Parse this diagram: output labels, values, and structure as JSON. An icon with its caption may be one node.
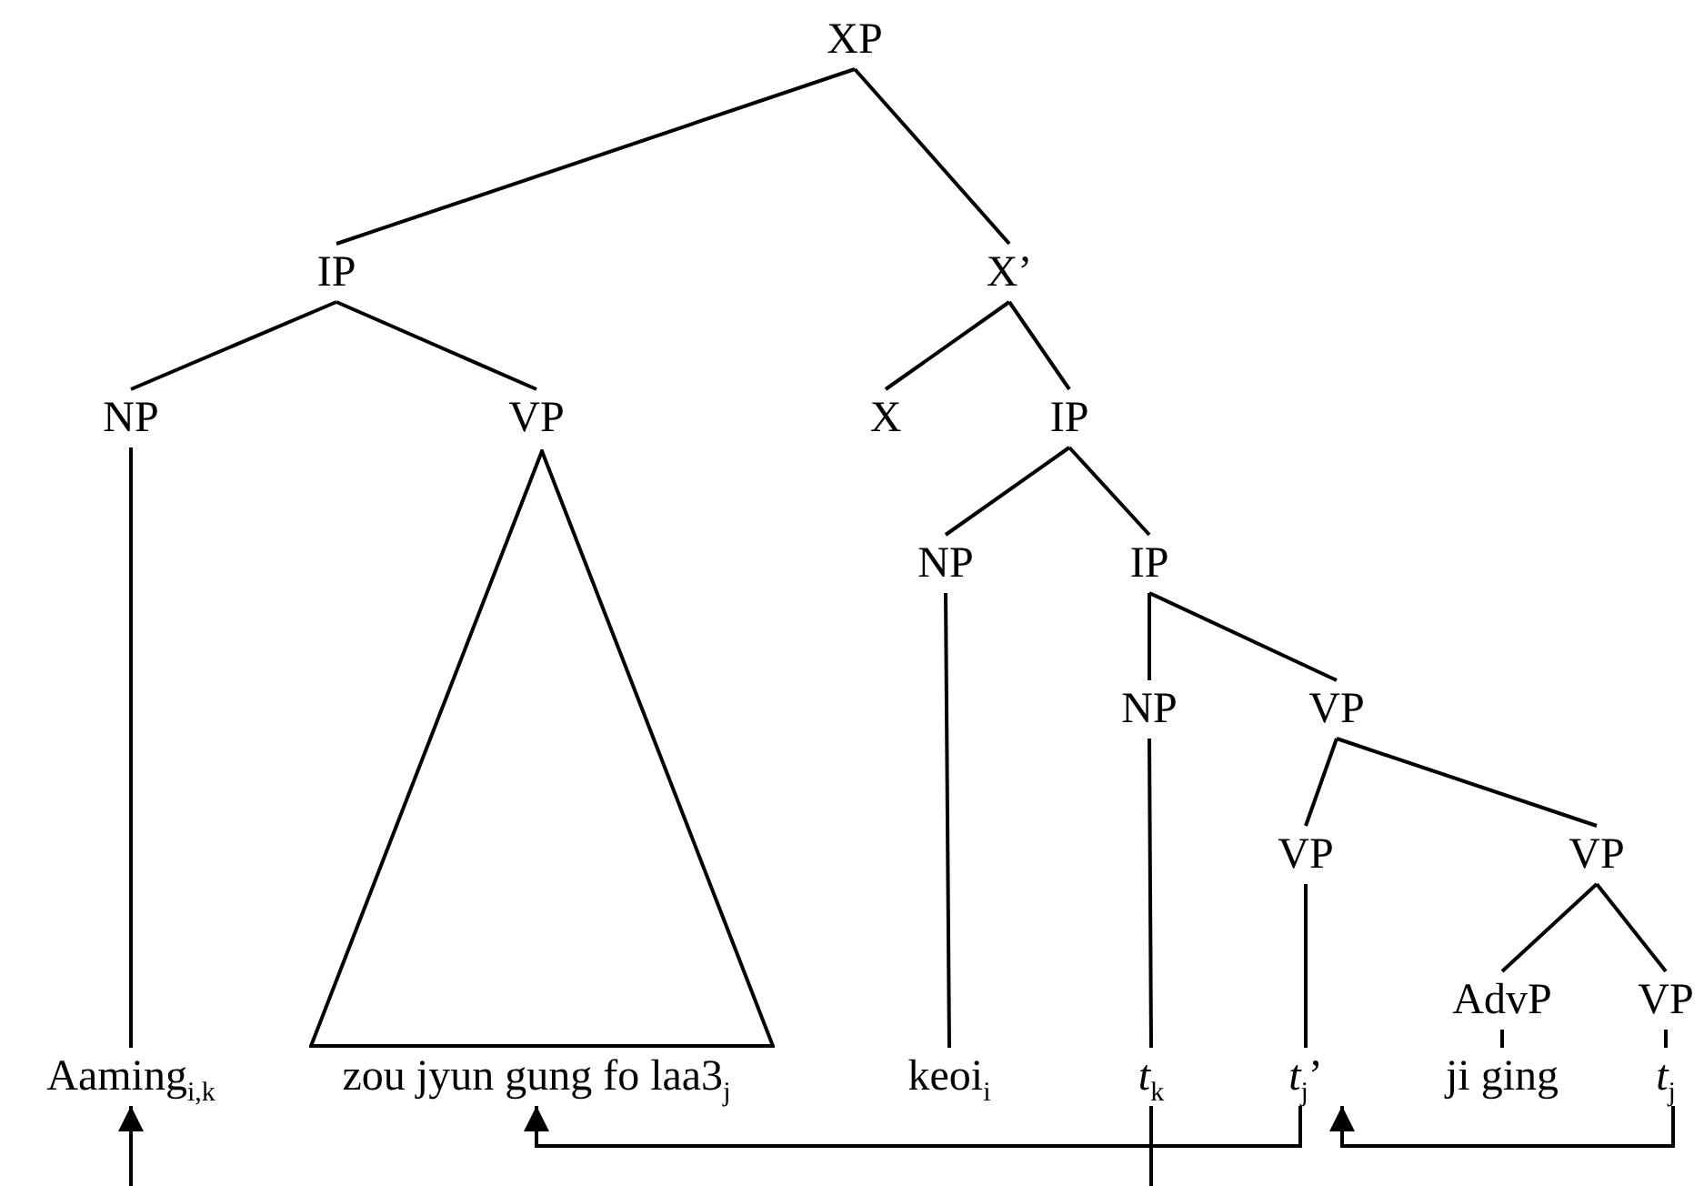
{
  "diagram": {
    "nodes": [
      {
        "text": [
          "XP"
        ]
      },
      {
        "text": [
          "IP"
        ]
      },
      {
        "text": [
          "X’"
        ]
      },
      {
        "text": [
          "NP"
        ]
      },
      {
        "text": [
          "VP"
        ]
      },
      {
        "text": [
          "X"
        ]
      },
      {
        "text": [
          "IP"
        ]
      },
      {
        "text": [
          "NP"
        ]
      },
      {
        "text": [
          "IP"
        ]
      },
      {
        "text": [
          "NP"
        ]
      },
      {
        "text": [
          "VP"
        ]
      },
      {
        "text": [
          "VP"
        ]
      },
      {
        "text": [
          "VP"
        ]
      },
      {
        "text": [
          "AdvP"
        ]
      },
      {
        "text": [
          "VP"
        ]
      },
      {
        "text": [],
        "shape": "triangle"
      },
      {
        "text": [
          "Aaming$_{i,k}$"
        ]
      },
      {
        "text": [
          "zou jyun gung fo laa3$_{j}$"
        ]
      },
      {
        "text": [
          "keoi$_{i}$"
        ]
      },
      {
        "text": [
          "*t*$_{k}$"
        ]
      },
      {
        "text": [
          "*t*$_{j}$’"
        ]
      },
      {
        "text": [
          "ji ging"
        ]
      },
      {
        "text": [
          "*t*$_{j}$"
        ]
      }
    ],
    "edges": [
      {
        "from": 0,
        "to": 1,
        "arrow": "none"
      },
      {
        "from": 0,
        "to": 2,
        "arrow": "none"
      },
      {
        "from": 1,
        "to": 3,
        "arrow": "none"
      },
      {
        "from": 1,
        "to": 4,
        "arrow": "none"
      },
      {
        "from": 2,
        "to": 5,
        "arrow": "none"
      },
      {
        "from": 2,
        "to": 6,
        "arrow": "none"
      },
      {
        "from": 6,
        "to": 7,
        "arrow": "none"
      },
      {
        "from": 6,
        "to": 8,
        "arrow": "none"
      },
      {
        "from": 8,
        "to": 9,
        "arrow": "none"
      },
      {
        "from": 8,
        "to": 10,
        "arrow": "none"
      },
      {
        "from": 10,
        "to": 11,
        "arrow": "none"
      },
      {
        "from": 10,
        "to": 12,
        "arrow": "none"
      },
      {
        "from": 12,
        "to": 13,
        "arrow": "none"
      },
      {
        "from": 12,
        "to": 14,
        "arrow": "none"
      },
      {
        "from": 3,
        "to": 16,
        "arrow": "none"
      },
      {
        "from": 7,
        "to": 18,
        "arrow": "none"
      },
      {
        "from": 9,
        "to": 19,
        "arrow": "none"
      },
      {
        "from": 11,
        "to": 20,
        "arrow": "none"
      },
      {
        "from": 13,
        "to": 21,
        "arrow": "none"
      },
      {
        "from": 14,
        "to": 22,
        "arrow": "none"
      },
      {
        "from": 20,
        "to": 17,
        "arrow": "to"
      },
      {
        "from": 22,
        "to": 20,
        "arrow": "to"
      },
      {
        "from": null,
        "to": 16,
        "arrow": "to"
      },
      {
        "from": 19,
        "to": null,
        "arrow": "none"
      }
    ]
  }
}
